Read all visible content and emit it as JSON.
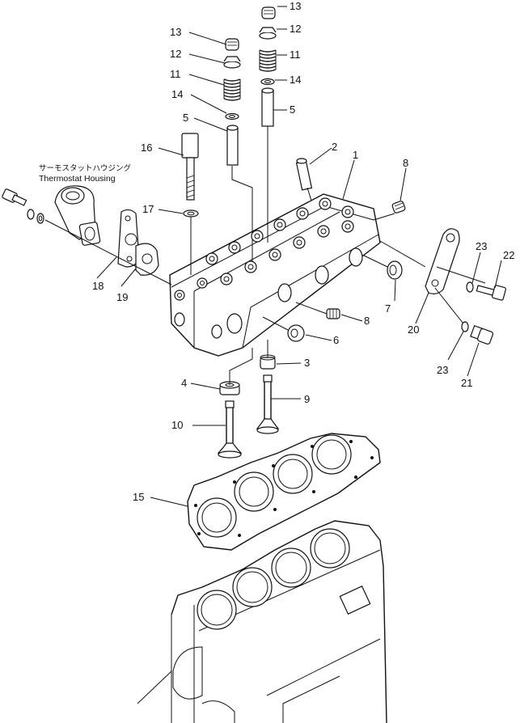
{
  "diagram": {
    "thermostat_housing_jp": "サーモスタットハウジング",
    "thermostat_housing_en": "Thermostat  Housing",
    "labels": {
      "p1": "1",
      "p2": "2",
      "p3": "3",
      "p4": "4",
      "p5a": "5",
      "p5b": "5",
      "p6": "6",
      "p7": "7",
      "p8a": "8",
      "p8b": "8",
      "p9": "9",
      "p10": "10",
      "p11a": "11",
      "p11b": "11",
      "p12a": "12",
      "p12b": "12",
      "p13a": "13",
      "p13b": "13",
      "p14a": "14",
      "p14b": "14",
      "p15": "15",
      "p16": "16",
      "p17": "17",
      "p18": "18",
      "p19": "19",
      "p20": "20",
      "p21": "21",
      "p22": "22",
      "p23a": "23",
      "p23b": "23"
    }
  }
}
